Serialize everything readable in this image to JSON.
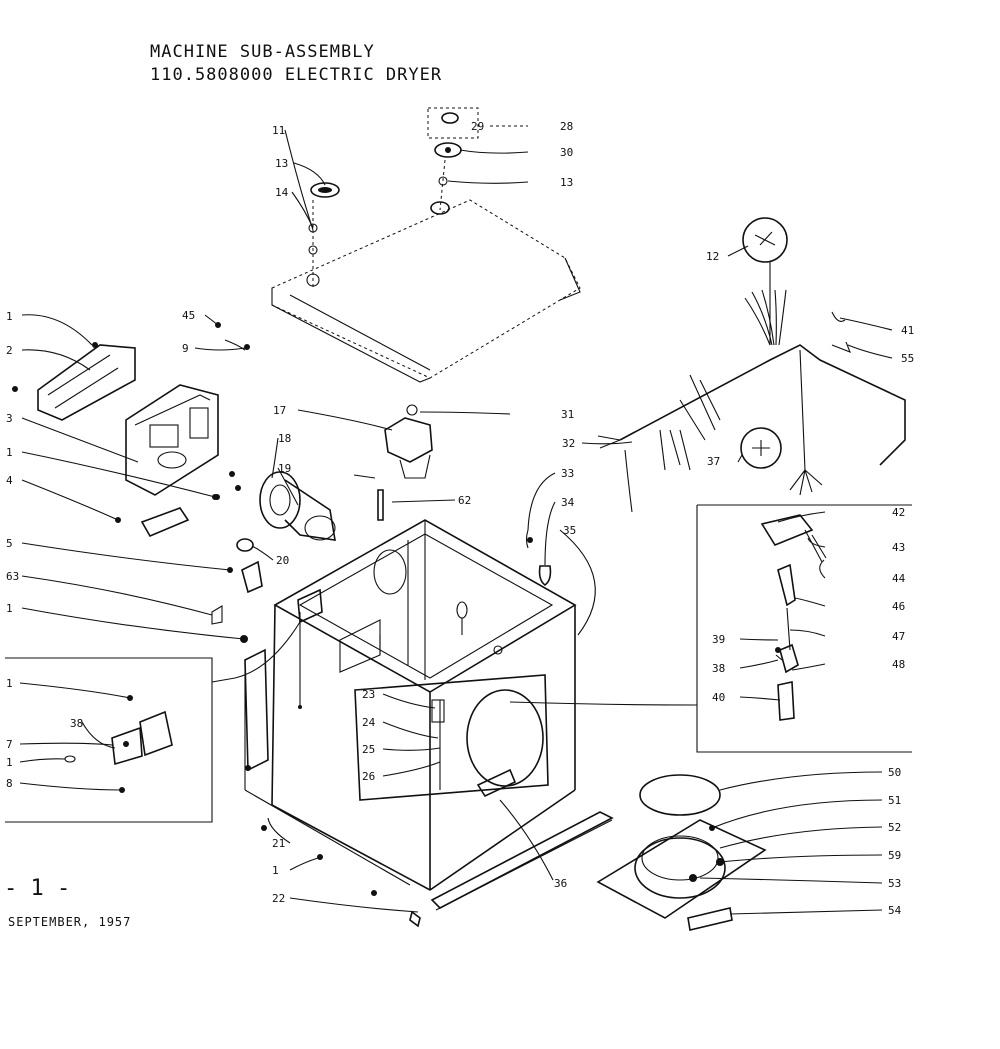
{
  "title": {
    "line1": "MACHINE SUB-ASSEMBLY",
    "line2": "110.5808000 ELECTRIC DRYER"
  },
  "footer": {
    "page_number": "- 1 -",
    "date": "SEPTEMBER, 1957"
  },
  "callouts": {
    "c_left_1": "1",
    "c_left_2": "2",
    "c_left_3": "3",
    "c_left_1b": "1",
    "c_left_4": "4",
    "c_left_5": "5",
    "c_left_63": "63",
    "c_left_1c": "1",
    "c_left_9": "9",
    "c_left_45": "45",
    "c_inset_1": "1",
    "c_inset_38": "38",
    "c_inset_7": "7",
    "c_inset_1b": "1",
    "c_inset_8": "8",
    "c_top_11": "11",
    "c_top_13": "13",
    "c_top_14": "14",
    "c_top_29": "29",
    "c_top_28": "28",
    "c_top_30": "30",
    "c_top_13b": "13",
    "c_17": "17",
    "c_18": "18",
    "c_19": "19",
    "c_20": "20",
    "c_31": "31",
    "c_32": "32",
    "c_33": "33",
    "c_34": "34",
    "c_35": "35",
    "c_62": "62",
    "c_12": "12",
    "c_41": "41",
    "c_55": "55",
    "c_37": "37",
    "c_23": "23",
    "c_24": "24",
    "c_25": "25",
    "c_26": "26",
    "c_21": "21",
    "c_1bot": "1",
    "c_22": "22",
    "c_36": "36",
    "c_42": "42",
    "c_43": "43",
    "c_44": "44",
    "c_46": "46",
    "c_47": "47",
    "c_39": "39",
    "c_38": "38",
    "c_48": "48",
    "c_40": "40",
    "c_50": "50",
    "c_51": "51",
    "c_52": "52",
    "c_59": "59",
    "c_53": "53",
    "c_54": "54"
  }
}
